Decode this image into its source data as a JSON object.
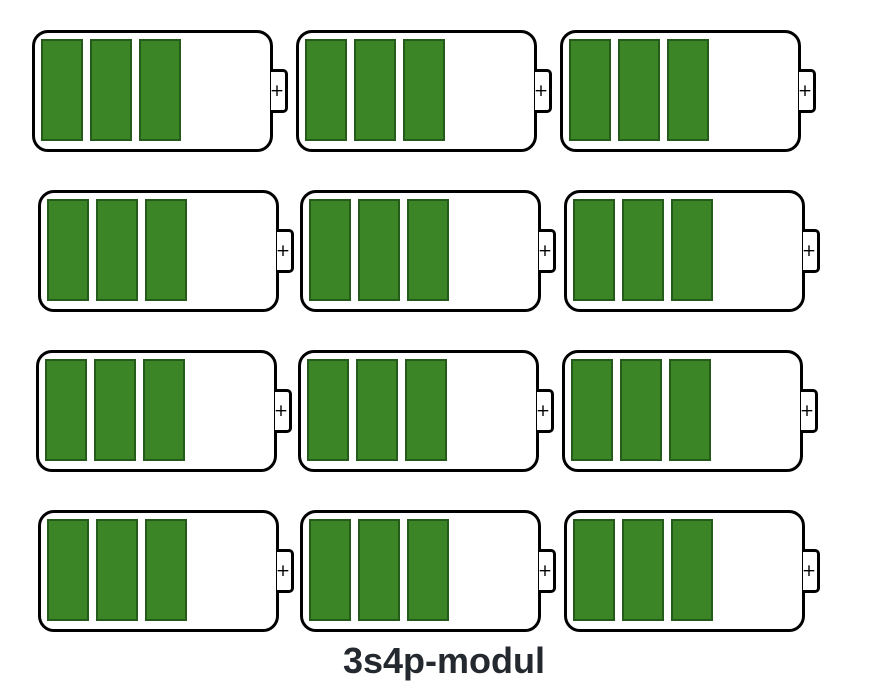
{
  "title": "3s4p-modul",
  "config": {
    "series": 3,
    "parallel": 4
  },
  "colors": {
    "cell_fill": "#3c8527",
    "cell_border": "#245a1a",
    "outline": "#000000",
    "label": "#24292f"
  },
  "terminal_symbol": "+",
  "rows": [
    {
      "batteries": [
        {
          "filled_cells": 3,
          "total_cells": 5
        },
        {
          "filled_cells": 3,
          "total_cells": 5
        },
        {
          "filled_cells": 3,
          "total_cells": 5
        }
      ]
    },
    {
      "batteries": [
        {
          "filled_cells": 3,
          "total_cells": 5
        },
        {
          "filled_cells": 3,
          "total_cells": 5
        },
        {
          "filled_cells": 3,
          "total_cells": 5
        }
      ]
    },
    {
      "batteries": [
        {
          "filled_cells": 3,
          "total_cells": 5
        },
        {
          "filled_cells": 3,
          "total_cells": 5
        },
        {
          "filled_cells": 3,
          "total_cells": 5
        }
      ]
    },
    {
      "batteries": [
        {
          "filled_cells": 3,
          "total_cells": 5
        },
        {
          "filled_cells": 3,
          "total_cells": 5
        },
        {
          "filled_cells": 3,
          "total_cells": 5
        }
      ]
    }
  ]
}
